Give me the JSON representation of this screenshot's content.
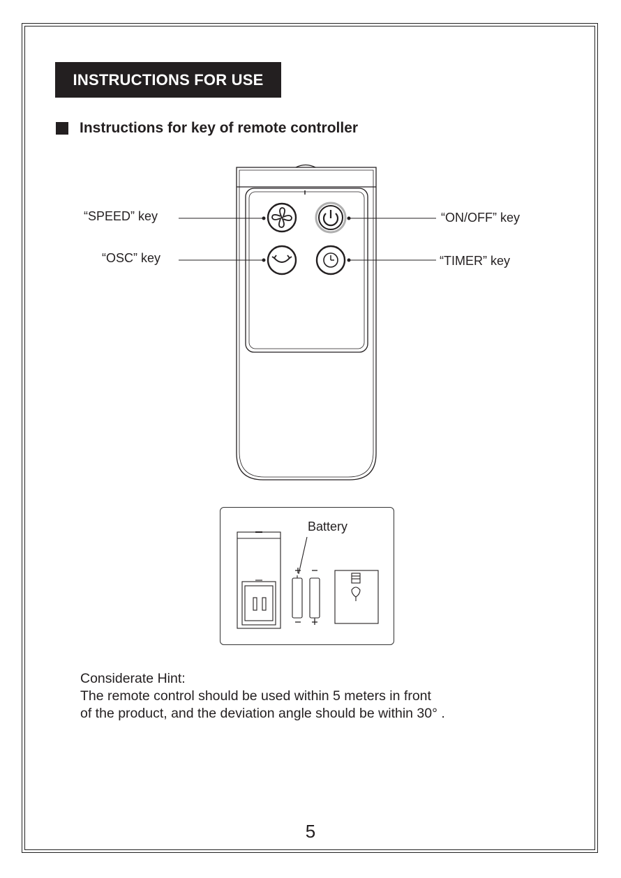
{
  "section_title": "INSTRUCTIONS FOR USE",
  "subheading": "Instructions for key of remote controller",
  "remote": {
    "speed_label": "“SPEED” key",
    "osc_label": "“OSC” key",
    "onoff_label": "“ON/OFF” key",
    "timer_label": "“TIMER” key",
    "speed_icon": "fan-icon",
    "onoff_icon": "power-icon",
    "osc_icon": "oscillate-icon",
    "timer_icon": "clock-icon"
  },
  "battery": {
    "label": "Battery"
  },
  "hint": {
    "title": "Considerate Hint:",
    "line1": "The remote control should be used within 5 meters in front",
    "line2": "of the product, and the deviation angle should be within 30°  ."
  },
  "page_number": "5"
}
